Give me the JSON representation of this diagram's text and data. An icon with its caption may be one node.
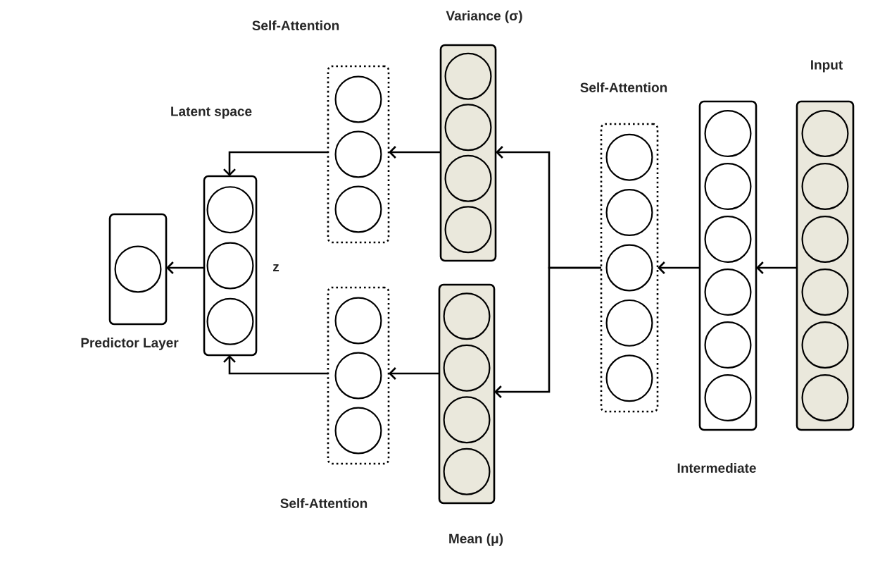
{
  "diagram": {
    "nodes": [
      {
        "text": [
          "Input"
        ]
      },
      {
        "text": [
          "Intermediate"
        ]
      },
      {
        "text": [
          "Self-Attention"
        ]
      },
      {
        "text": [
          "Variance (σ)"
        ]
      },
      {
        "text": [
          "Mean (μ)"
        ]
      },
      {
        "text": [
          "Self-Attention"
        ]
      },
      {
        "text": [
          "Self-Attention"
        ]
      },
      {
        "text": [
          "Latent space"
        ],
        "beside": [
          "z"
        ]
      },
      {
        "text": [
          "Predictor Layer"
        ]
      }
    ],
    "edges": [
      {
        "from": 0,
        "to": 1,
        "arrow": "to"
      },
      {
        "from": 1,
        "to": 2,
        "arrow": "to"
      },
      {
        "from": 2,
        "to": 3,
        "arrow": "to"
      },
      {
        "from": 2,
        "to": 4,
        "arrow": "to"
      },
      {
        "from": 3,
        "to": 5,
        "arrow": "to"
      },
      {
        "from": 4,
        "to": 6,
        "arrow": "to"
      },
      {
        "from": 5,
        "to": 7,
        "arrow": "to"
      },
      {
        "from": 6,
        "to": 7,
        "arrow": "to"
      },
      {
        "from": 7,
        "to": 8,
        "arrow": "to"
      }
    ]
  }
}
